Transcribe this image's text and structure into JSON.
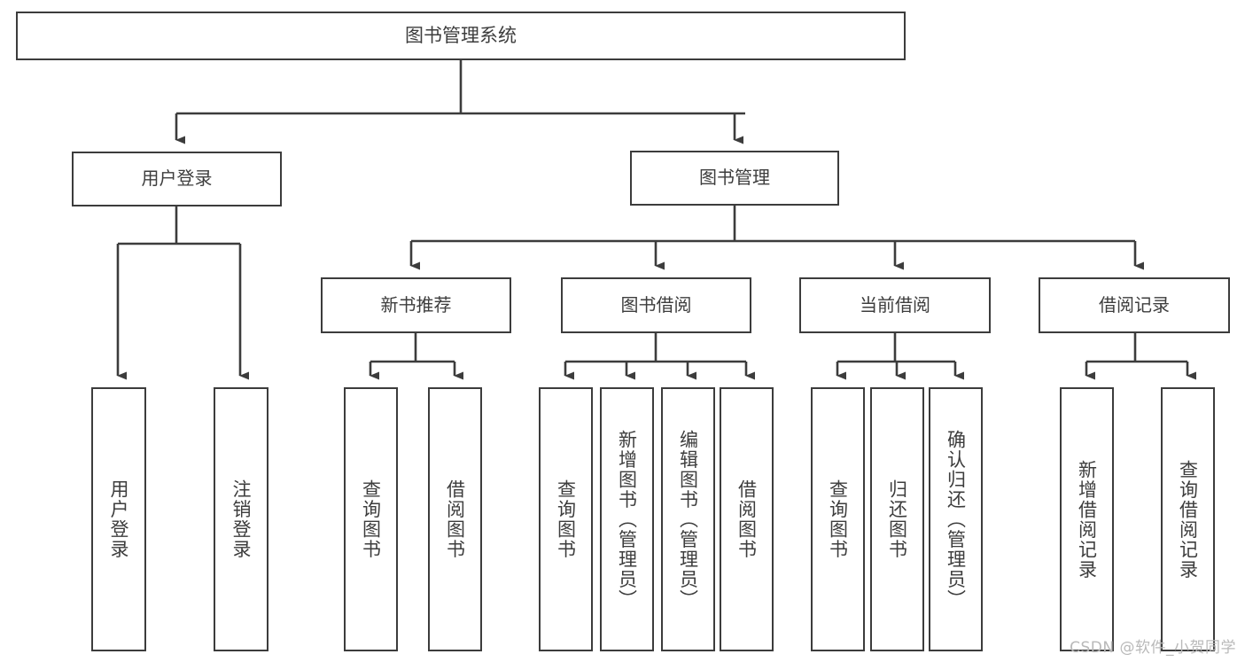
{
  "diagram": {
    "title": "图书管理系统",
    "type": "hierarchy-tree",
    "root": {
      "label": "图书管理系统"
    },
    "level1": [
      {
        "label": "用户登录"
      },
      {
        "label": "图书管理"
      }
    ],
    "level2": [
      {
        "label": "新书推荐"
      },
      {
        "label": "图书借阅"
      },
      {
        "label": "当前借阅"
      },
      {
        "label": "借阅记录"
      }
    ],
    "leaves": {
      "user_login": [
        {
          "label": "用户登录"
        },
        {
          "label": "注销登录"
        }
      ],
      "new_book_recommend": [
        {
          "label": "查询图书"
        },
        {
          "label": "借阅图书"
        }
      ],
      "book_borrow": [
        {
          "label": "查询图书"
        },
        {
          "label": "新增图书（管理员）"
        },
        {
          "label": "编辑图书（管理员）"
        },
        {
          "label": "借阅图书"
        }
      ],
      "current_borrow": [
        {
          "label": "查询图书"
        },
        {
          "label": "归还图书"
        },
        {
          "label": "确认归还（管理员）"
        }
      ],
      "borrow_record": [
        {
          "label": "新增借阅记录"
        },
        {
          "label": "查询借阅记录"
        }
      ]
    }
  },
  "watermark": {
    "text": "CSDN @软件_小贺同学"
  },
  "colors": {
    "stroke": "#3c3c3c",
    "fill": "#ffffff",
    "text": "#3d3d3d",
    "watermark": "#b9b9b9"
  }
}
